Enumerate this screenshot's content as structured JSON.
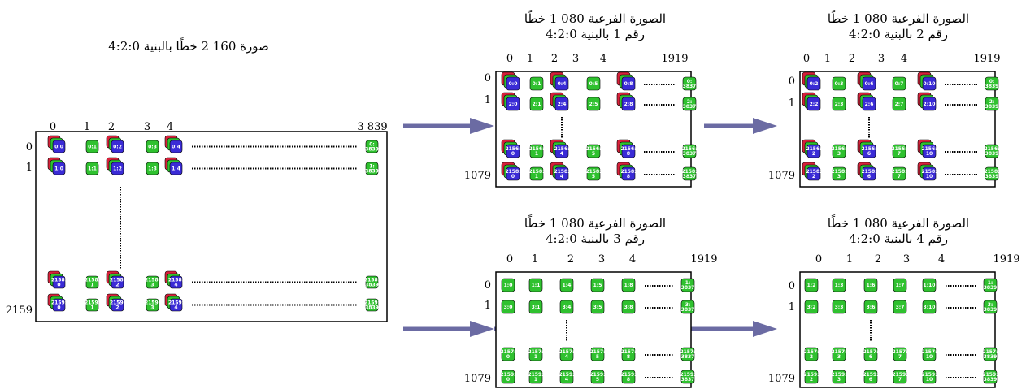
{
  "colors": {
    "green": "#2fc12f",
    "blue": "#3a2bd6",
    "red": "#d6213a",
    "arrow": "#6b6ba3",
    "frame": "#000000"
  },
  "main": {
    "title": "صورة 160 2 خطًا بالبنية 4:2:0",
    "x_ticks": [
      "0",
      "1",
      "2",
      "3",
      "4",
      "3 839"
    ],
    "y_ticks": [
      "0",
      "1",
      "2159"
    ],
    "rows": [
      [
        "0:0",
        "0:1",
        "0:2",
        "0:3",
        "0:4",
        "0:\n3839"
      ],
      [
        "1:0",
        "1:1",
        "1:2",
        "1:3",
        "1:4",
        "1:\n3839"
      ],
      [
        "2158:\n0",
        "2158:\n1",
        "2158:\n2",
        "2158:\n3",
        "2158:\n4",
        "2158:\n3839"
      ],
      [
        "2159:\n0",
        "2159:\n1",
        "2159:\n2",
        "2159:\n3",
        "2159:\n4",
        "2159:\n3839"
      ]
    ]
  },
  "subs": [
    {
      "title_line1": "الصورة الفرعية 080 1 خطًا",
      "title_line2": "رقم 1 بالبنية 4:2:0",
      "x_ticks": [
        "0",
        "1",
        "2",
        "3",
        "4",
        "1919"
      ],
      "y_ticks": [
        "0",
        "1",
        "1079"
      ],
      "rows": [
        [
          "0:0",
          "0:1",
          "0:4",
          "0:5",
          "0:8",
          "0:\n3837"
        ],
        [
          "2:0",
          "2:1",
          "2:4",
          "2:5",
          "2:8",
          "2:\n3837"
        ],
        [
          "2156:\n0",
          "2156:\n1",
          "2156:\n4",
          "2156:\n5",
          "2156:\n8",
          "2156:\n3837"
        ],
        [
          "2158:\n0",
          "2158:\n1",
          "2158:\n4",
          "2158:\n5",
          "2158:\n8",
          "2158:\n3837"
        ]
      ]
    },
    {
      "title_line1": "الصورة الفرعية 080 1 خطًا",
      "title_line2": "رقم 2 بالبنية 4:2:0",
      "x_ticks": [
        "0",
        "1",
        "2",
        "3",
        "4",
        "1919"
      ],
      "y_ticks": [
        "0",
        "1",
        "1079"
      ],
      "rows": [
        [
          "0:2",
          "0:3",
          "0:6",
          "0:7",
          "0:10",
          "0:\n3839"
        ],
        [
          "2:2",
          "2:3",
          "2:6",
          "2:7",
          "2:10",
          "2:\n3839"
        ],
        [
          "2156:\n2",
          "2156:\n3",
          "2156:\n6",
          "2156:\n7",
          "2156:\n10",
          "2156:\n3839"
        ],
        [
          "2158:\n2",
          "2158:\n3",
          "2158:\n6",
          "2158:\n7",
          "2158:\n10",
          "2158:\n3839"
        ]
      ]
    },
    {
      "title_line1": "الصورة الفرعية 080 1 خطًا",
      "title_line2": "رقم 3 بالبنية 4:2:0",
      "x_ticks": [
        "0",
        "1",
        "2",
        "3",
        "4",
        "1919"
      ],
      "y_ticks": [
        "0",
        "1",
        "1079"
      ],
      "rows": [
        [
          "1:0",
          "1:1",
          "1:4",
          "1:5",
          "1:8",
          "1:\n3837"
        ],
        [
          "3:0",
          "3:1",
          "3:4",
          "3:5",
          "3:8",
          "3:\n3837"
        ],
        [
          "2157:\n0",
          "2157:\n1",
          "2157:\n4",
          "2157:\n5",
          "2157:\n8",
          "2157:\n3837"
        ],
        [
          "2159:\n0",
          "2159:\n1",
          "2159:\n4",
          "2159:\n5",
          "2159:\n8",
          "2159:\n3837"
        ]
      ]
    },
    {
      "title_line1": "الصورة الفرعية 080 1 خطًا",
      "title_line2": "رقم 4 بالبنية 4:2:0",
      "x_ticks": [
        "0",
        "1",
        "2",
        "3",
        "4",
        "1919"
      ],
      "y_ticks": [
        "0",
        "1",
        "1079"
      ],
      "rows": [
        [
          "1:2",
          "1:3",
          "1:6",
          "1:7",
          "1:10",
          "1:\n3839"
        ],
        [
          "3:2",
          "3:3",
          "3:6",
          "3:7",
          "3:10",
          "3:\n3839"
        ],
        [
          "2157:\n2",
          "2157:\n3",
          "2157:\n6",
          "2157:\n7",
          "2157:\n10",
          "2157:\n3839"
        ],
        [
          "2159:\n2",
          "2159:\n3",
          "2159:\n6",
          "2159:\n7",
          "2159:\n10",
          "2159:\n3839"
        ]
      ]
    }
  ]
}
